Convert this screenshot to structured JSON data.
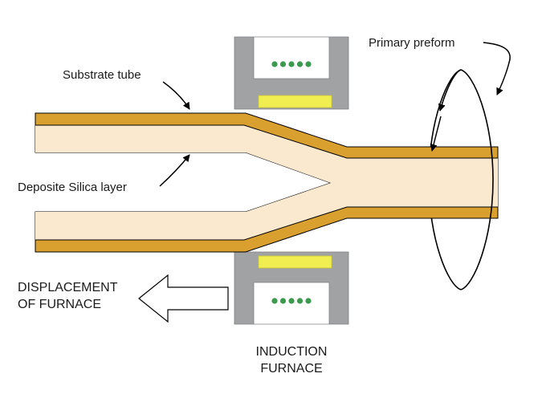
{
  "labels": {
    "substrate_tube": "Substrate tube",
    "deposite_silica": "Deposite Silica layer",
    "primary_preform": "Primary preform",
    "displacement_line1": "DISPLACEMENT",
    "displacement_line2": "OF FURNACE",
    "induction_line1": "INDUCTION",
    "induction_line2": "FURNACE"
  },
  "colors": {
    "tube_wall": "#d9a030",
    "silica_core": "#fae8cf",
    "furnace_body": "#a0a2a4",
    "heater_strip": "#f0ee50",
    "coil_dots": "#3c9a4e",
    "outline": "#000000"
  },
  "icons": {
    "rotation": "rotation-arrow-icon",
    "displacement": "left-hollow-arrow-icon"
  }
}
